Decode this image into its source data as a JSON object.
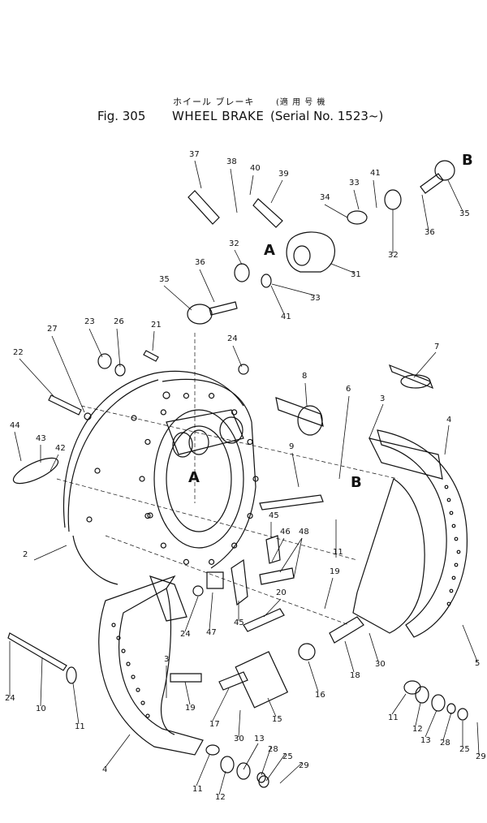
{
  "header": {
    "title_jp": "ホイール ブレーキ",
    "serial_jp": "(適 用 号 機",
    "figure": "Fig. 305",
    "title_en": "WHEEL BRAKE",
    "serial": "(Serial No. 1523~)"
  },
  "diagram": {
    "type": "exploded-parts-diagram",
    "callout_refs": [
      "A",
      "A",
      "B",
      "B"
    ],
    "part_numbers": [
      "2",
      "3",
      "3",
      "4",
      "4",
      "5",
      "6",
      "7",
      "8",
      "9",
      "10",
      "11",
      "11",
      "11",
      "11",
      "12",
      "12",
      "13",
      "13",
      "15",
      "16",
      "17",
      "18",
      "19",
      "19",
      "20",
      "21",
      "22",
      "23",
      "24",
      "24",
      "24",
      "25",
      "25",
      "26",
      "27",
      "28",
      "28",
      "29",
      "29",
      "30",
      "30",
      "31",
      "32",
      "32",
      "33",
      "33",
      "34",
      "35",
      "35",
      "36",
      "36",
      "37",
      "38",
      "39",
      "40",
      "41",
      "41",
      "42",
      "43",
      "44",
      "45",
      "45",
      "46",
      "47",
      "48"
    ]
  }
}
